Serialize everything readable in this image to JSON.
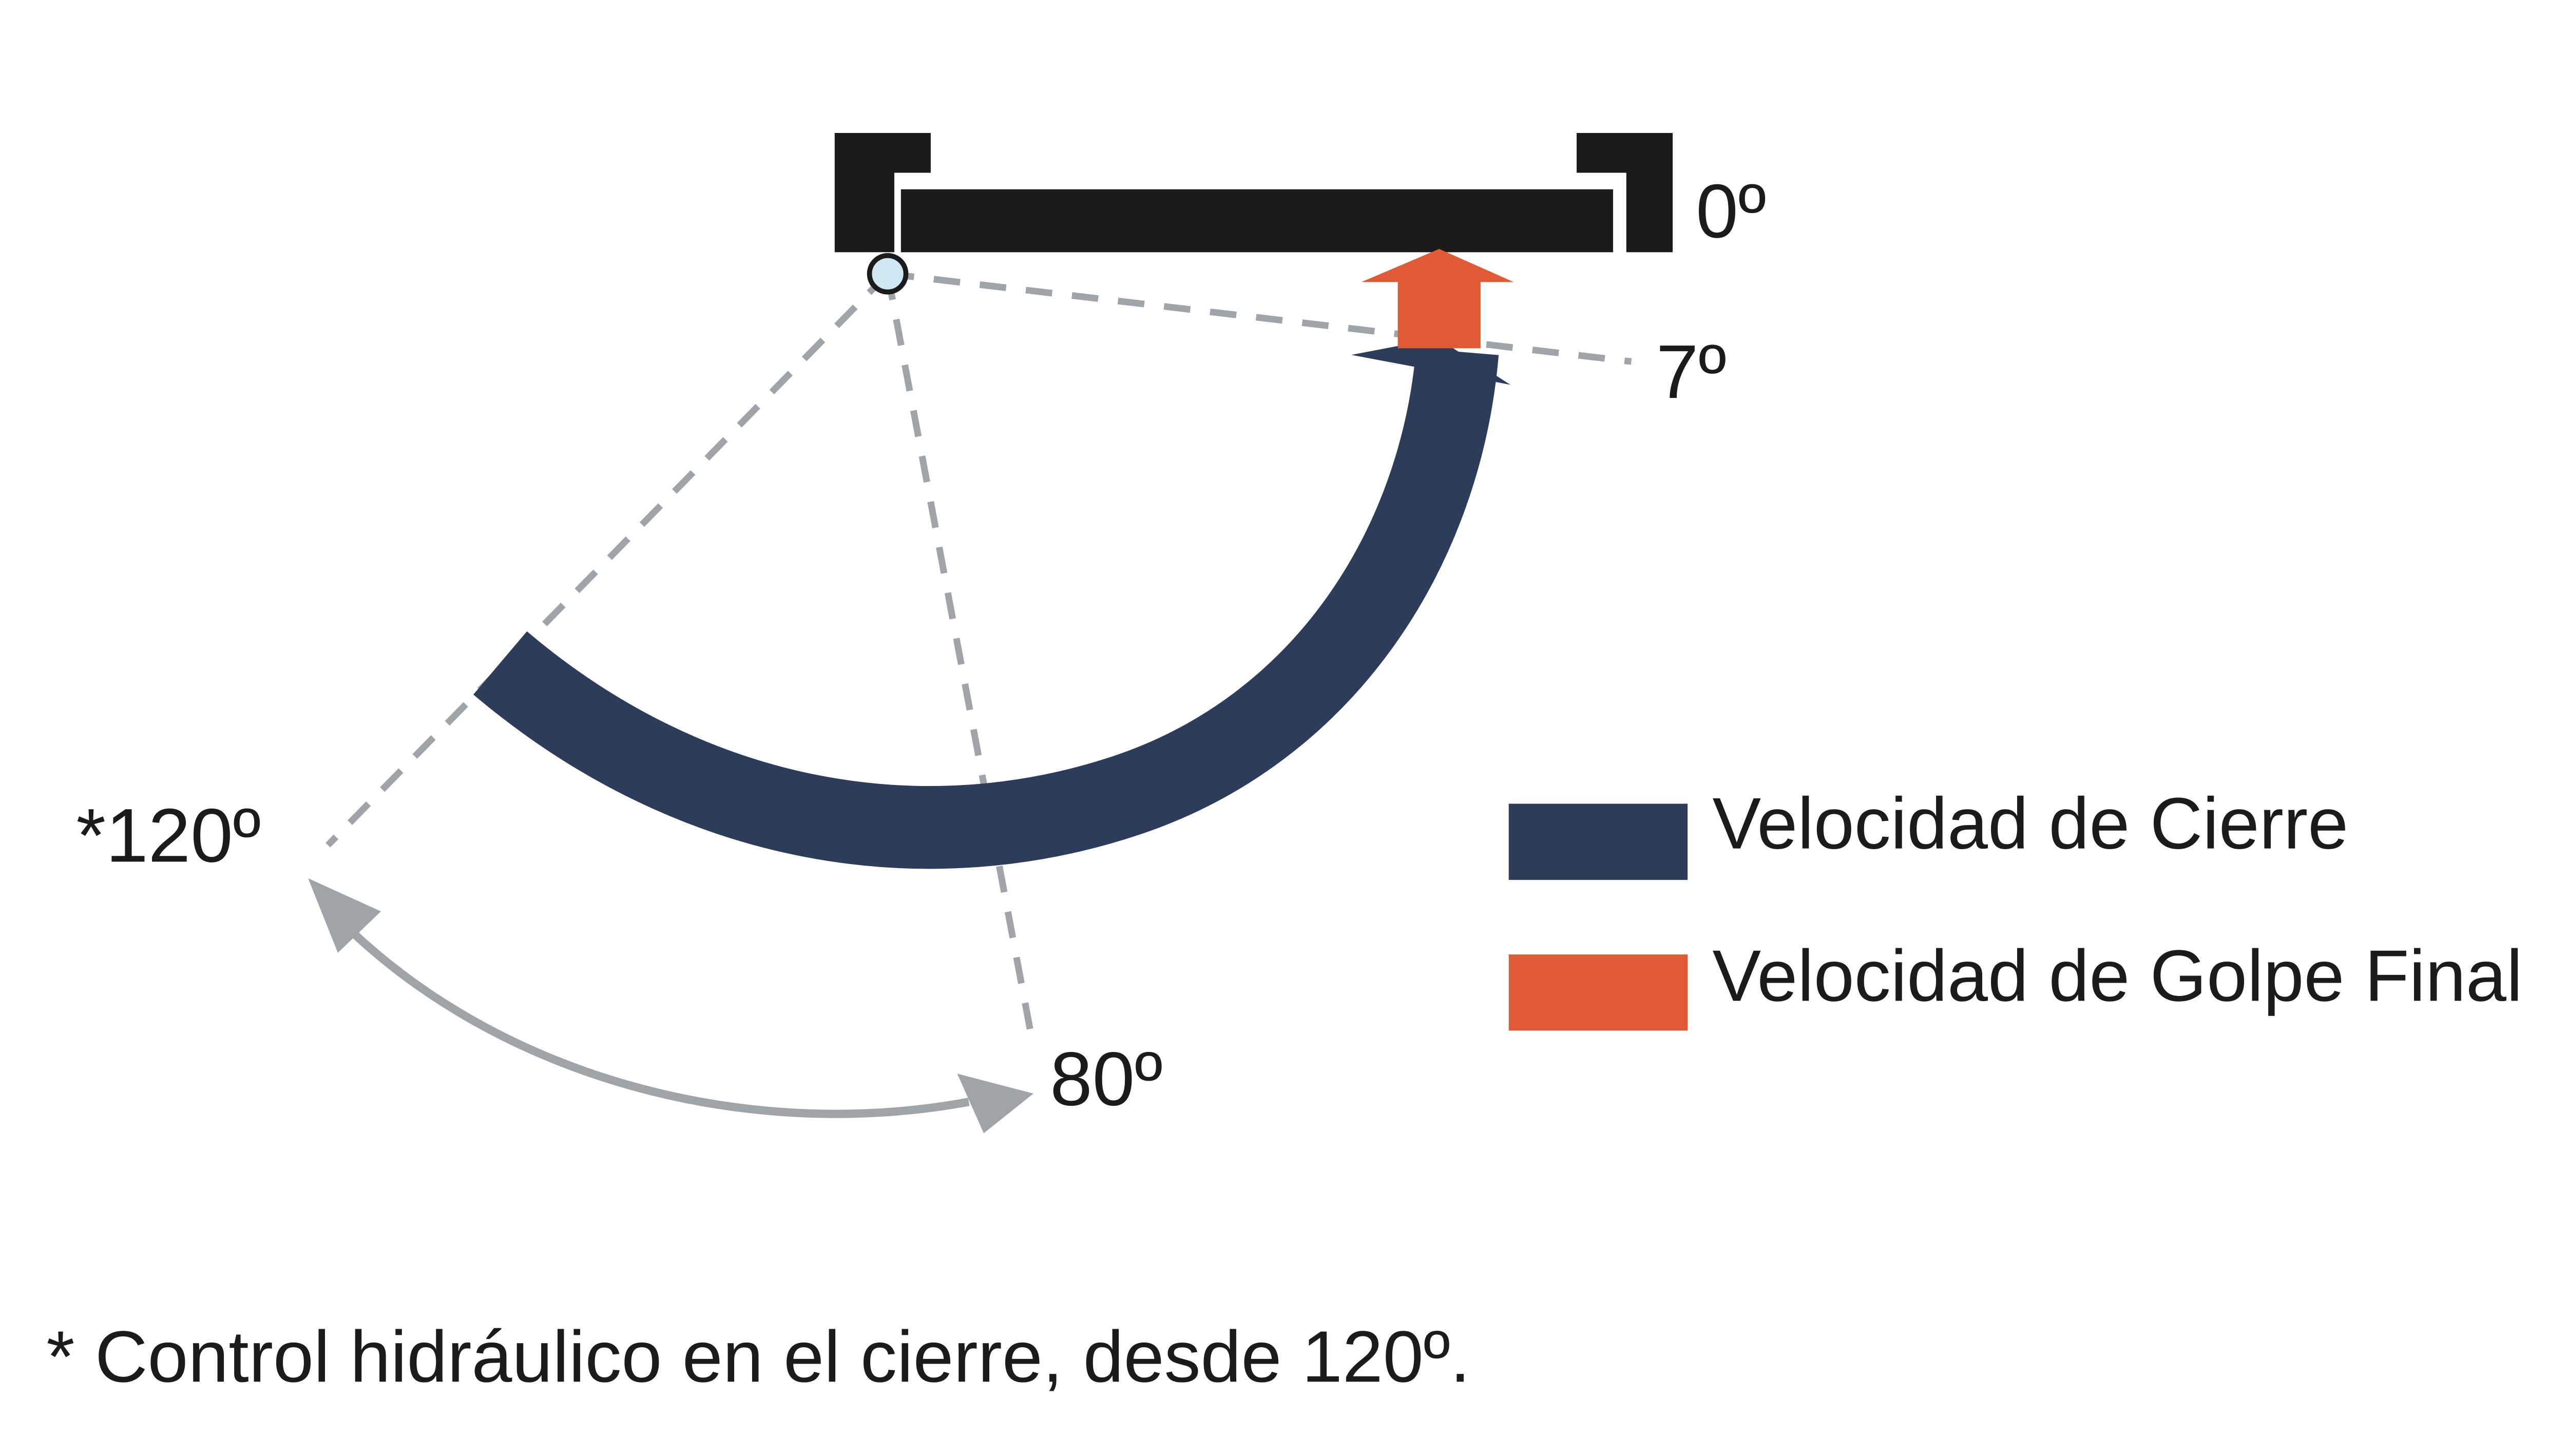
{
  "angles": {
    "closed": "0º",
    "latch": "7º",
    "mid": "80º",
    "open": "*120º"
  },
  "legend": {
    "closing_speed": {
      "label": "Velocidad de Cierre",
      "color": "#2d3c5a"
    },
    "latch_speed": {
      "label": "Velocidad de Golpe Final",
      "color": "#e05a38"
    }
  },
  "footnote": "* Control hidráulico en el cierre, desde 120º.",
  "colors": {
    "frame": "#1b1b1b",
    "guide": "#a0a3a8",
    "hinge": "#cfe7f0",
    "closing": "#2d3c5a",
    "latch": "#e05a38"
  }
}
